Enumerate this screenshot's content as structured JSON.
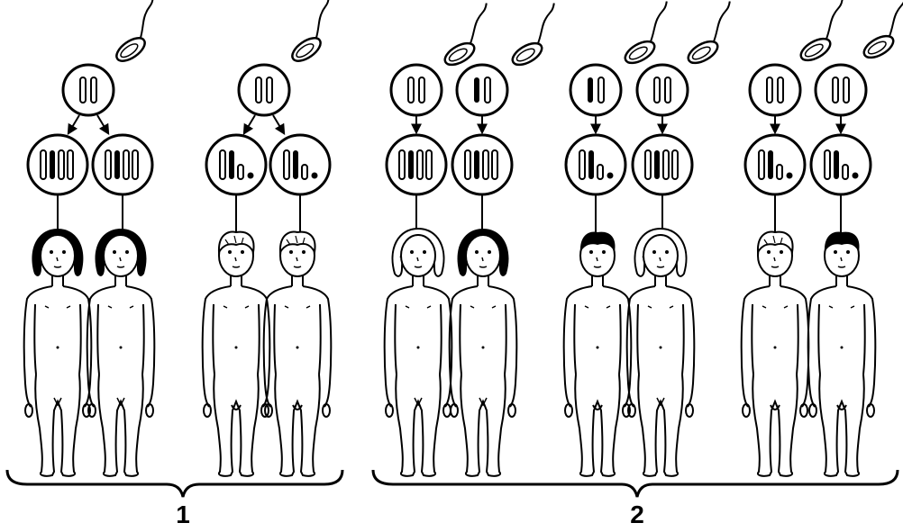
{
  "groups": [
    {
      "label": "1"
    },
    {
      "label": "2"
    }
  ],
  "colors": {
    "ink": "#000000",
    "paper": "#ffffff"
  },
  "figures": [
    {
      "sex": "female",
      "hair": "dark",
      "chromosomes": "XX"
    },
    {
      "sex": "female",
      "hair": "dark",
      "chromosomes": "XX"
    },
    {
      "sex": "male",
      "hair": "light",
      "chromosomes": "XY"
    },
    {
      "sex": "male",
      "hair": "light",
      "chromosomes": "XY"
    },
    {
      "sex": "female",
      "hair": "light",
      "chromosomes": "XX"
    },
    {
      "sex": "female",
      "hair": "dark",
      "chromosomes": "XX"
    },
    {
      "sex": "male",
      "hair": "dark",
      "chromosomes": "XY"
    },
    {
      "sex": "female",
      "hair": "light",
      "chromosomes": "XX"
    },
    {
      "sex": "male",
      "hair": "light",
      "chromosomes": "XY"
    },
    {
      "sex": "male",
      "hair": "dark",
      "chromosomes": "XY"
    }
  ]
}
